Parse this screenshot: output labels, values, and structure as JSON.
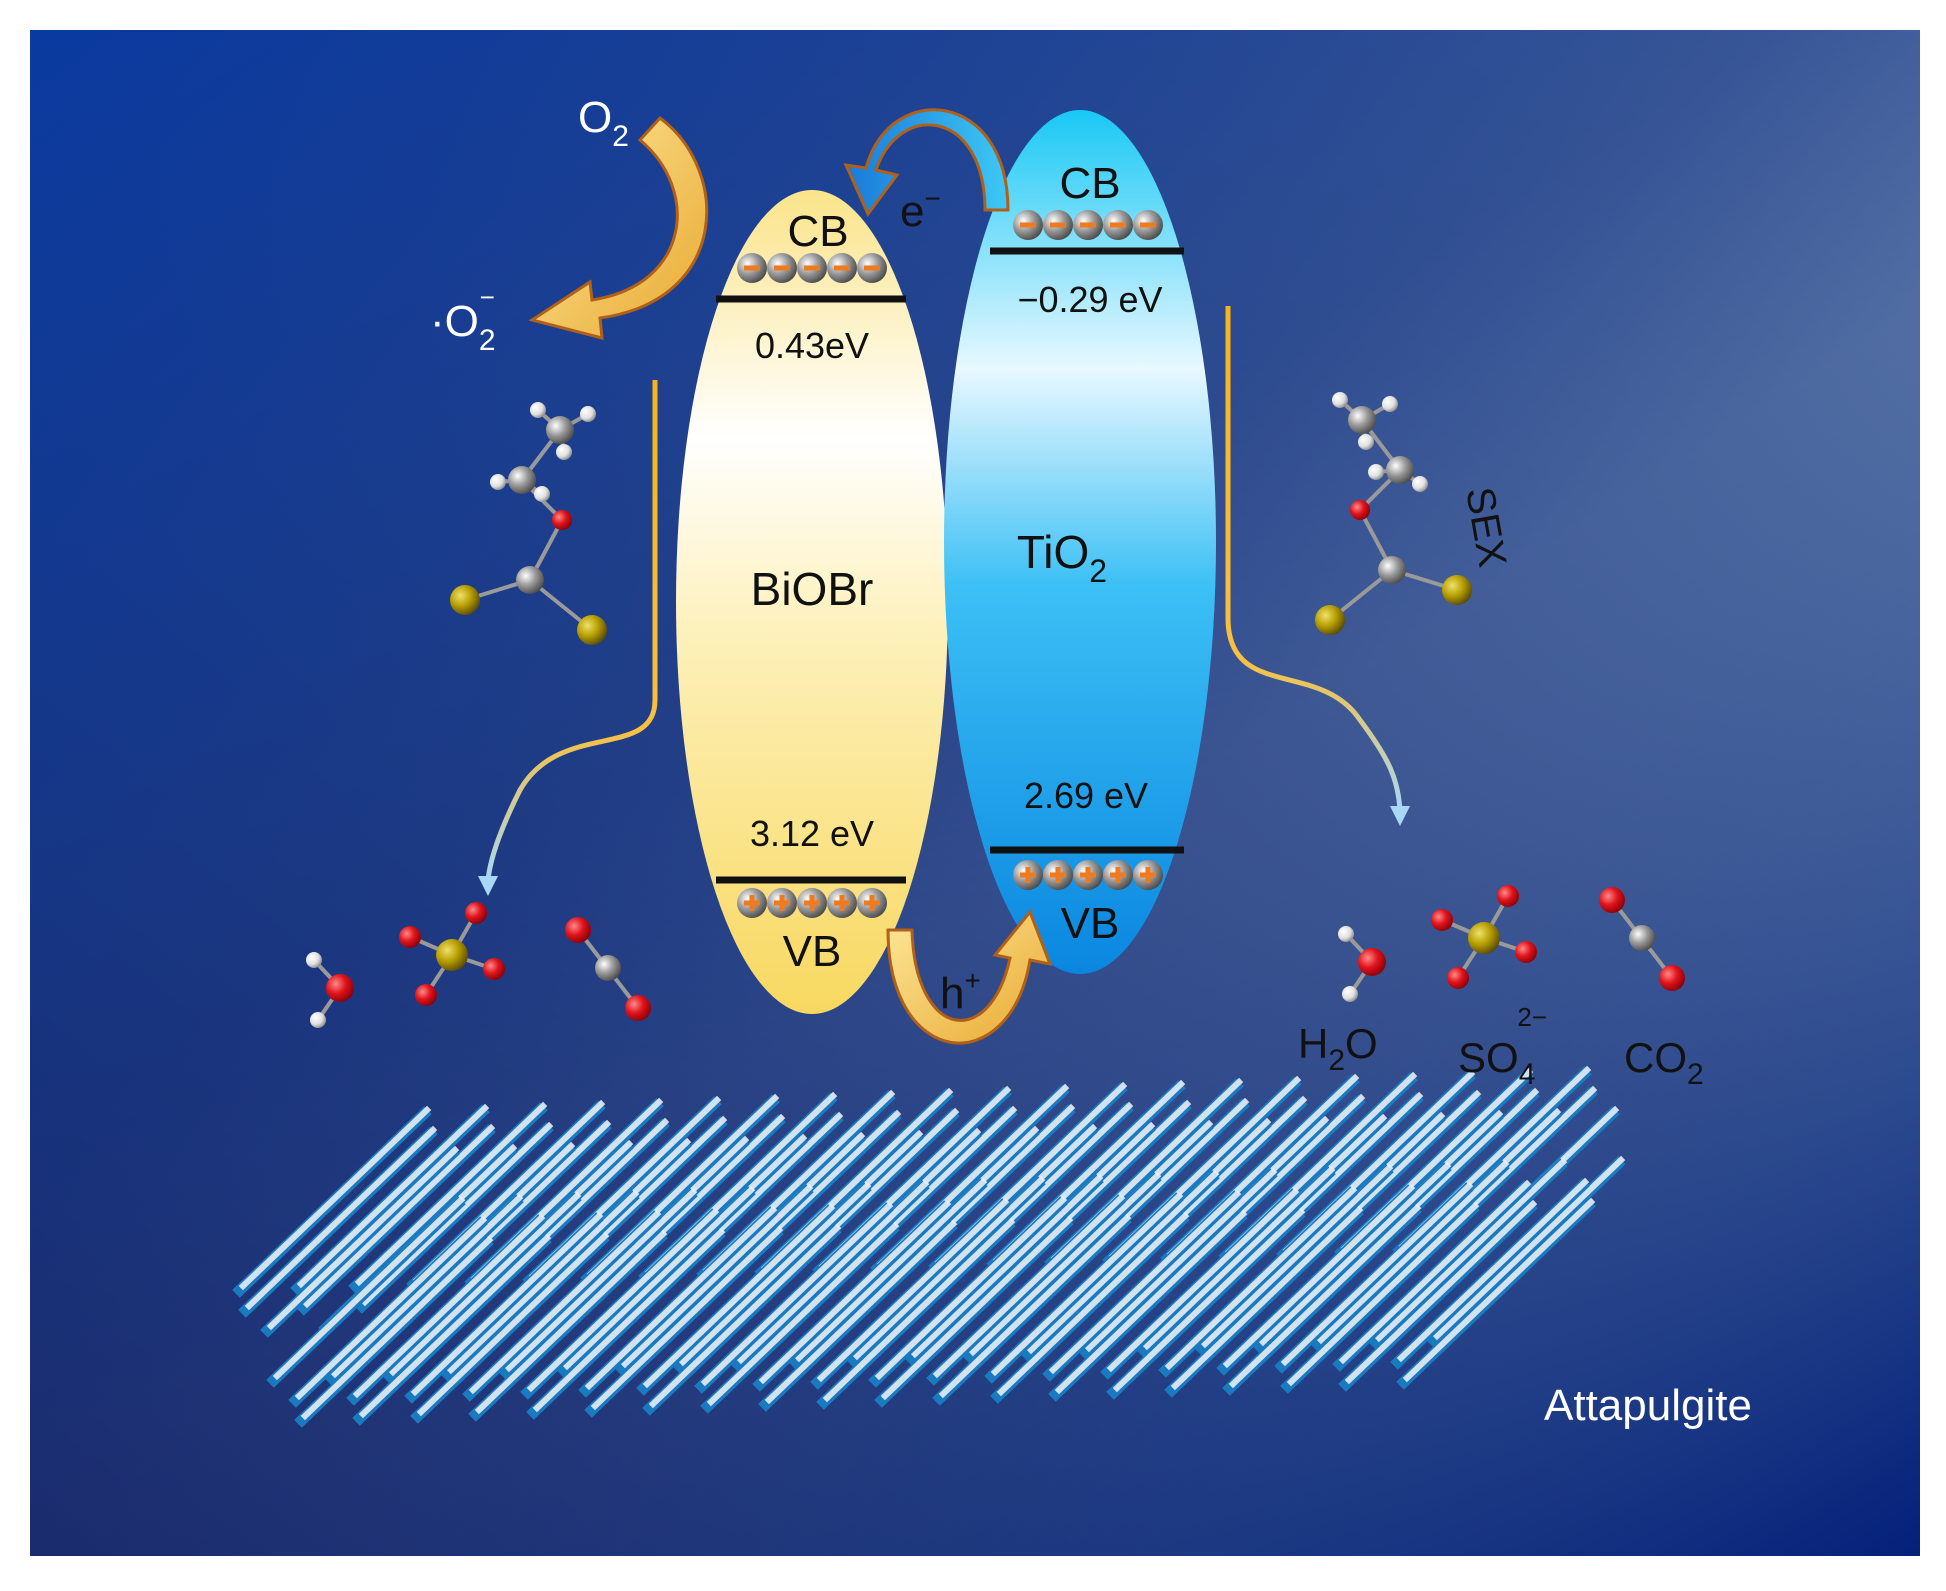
{
  "bioBr": {
    "name": "BiOBr",
    "cb_label": "CB",
    "vb_label": "VB",
    "cb_potential": "0.43eV",
    "vb_potential": "3.12 eV"
  },
  "tio2": {
    "name_main": "TiO",
    "name_sub": "2",
    "cb_label": "CB",
    "vb_label": "VB",
    "cb_potential": "−0.29 eV",
    "vb_potential": "2.69 eV"
  },
  "transfer": {
    "electron_main": "e",
    "electron_sup": "−",
    "hole_main": "h",
    "hole_sup": "+"
  },
  "oxygen": {
    "reactant_main": "O",
    "reactant_sub": "2",
    "radical_dot": "·",
    "radical_main": "O",
    "radical_sub": "2",
    "radical_sup": "−"
  },
  "products": {
    "water_main": "H",
    "water_sub": "2",
    "water_end": "O",
    "sulfate_main": "SO",
    "sulfate_sub": "4",
    "sulfate_sup": "2−",
    "co2_main": "CO",
    "co2_sub": "2"
  },
  "pollutant_label": "SEX",
  "support_label": "Attapulgite",
  "colors": {
    "biobr_fill": "#fbe58a",
    "tio2_fill": "#1aa6ea",
    "arrow_orange": "#f0b040",
    "electron_dot": "#f07a1e",
    "sulfur": "#b8a000",
    "oxygen": "#e0141c",
    "carbon": "#8a8a8a",
    "hydrogen": "#e8e8e8"
  }
}
